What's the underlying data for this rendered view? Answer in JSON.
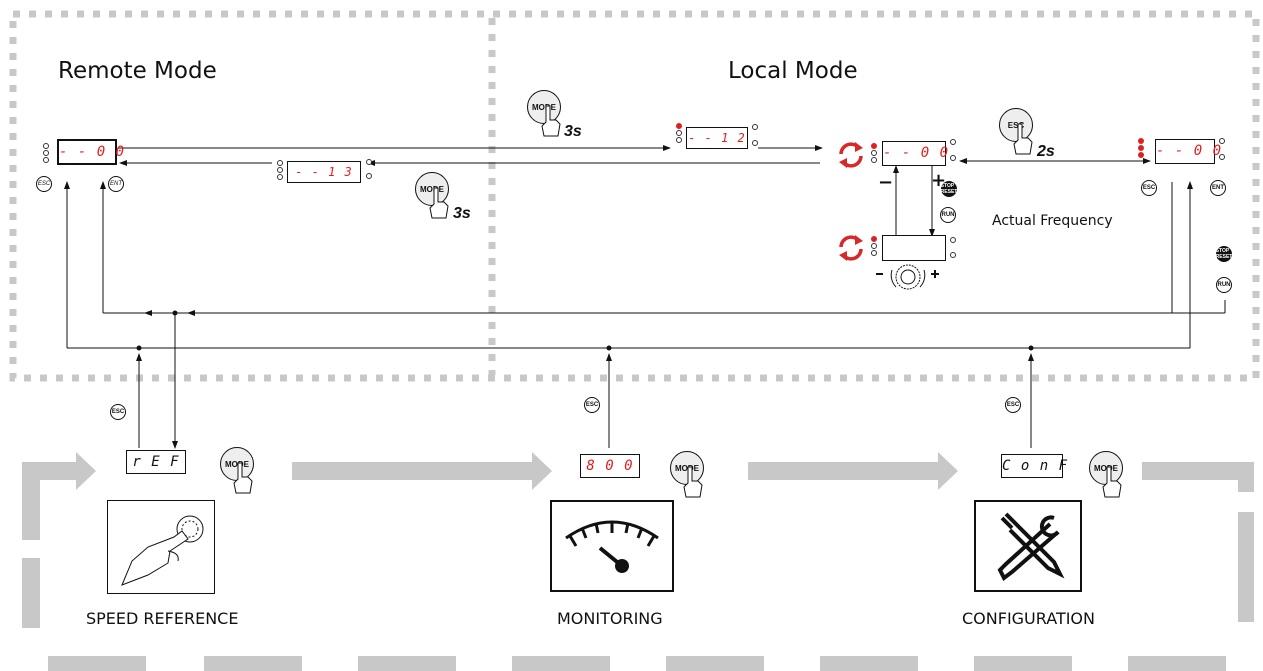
{
  "titles": {
    "remote_mode": "Remote Mode",
    "local_mode": "Local Mode"
  },
  "displays": {
    "remote": "- - 0 0",
    "to_local": "- - 1 2",
    "to_remote": "- - 1 3",
    "local_main": "- - 0 0",
    "local_pot": "",
    "config_main": "- - 0 0",
    "ref": "r E F",
    "monitor": "8 0 0",
    "conf": "C o n F"
  },
  "keys": {
    "esc": "ESC",
    "ent": "ENT",
    "mode": "MODE",
    "run": "RUN",
    "stop": "STOP RESET"
  },
  "durations": {
    "mode_hold": "3s",
    "esc_hold": "2s"
  },
  "signs": {
    "plus": "+",
    "minus": "−"
  },
  "labels": {
    "actual_frequency": "Actual Frequency"
  },
  "sections": {
    "speed_reference": "SPEED REFERENCE",
    "monitoring": "MONITORING",
    "configuration": "CONFIGURATION"
  },
  "icons": [
    "hand-mode-icon",
    "rotate-arrows-icon",
    "potentiometer-icon",
    "gauge-icon",
    "tools-icon",
    "hand-knob-icon"
  ],
  "colors": {
    "display_digits": "#e02020",
    "dashed_border": "#c8c8c8",
    "flow_band": "#c8c8c8"
  }
}
